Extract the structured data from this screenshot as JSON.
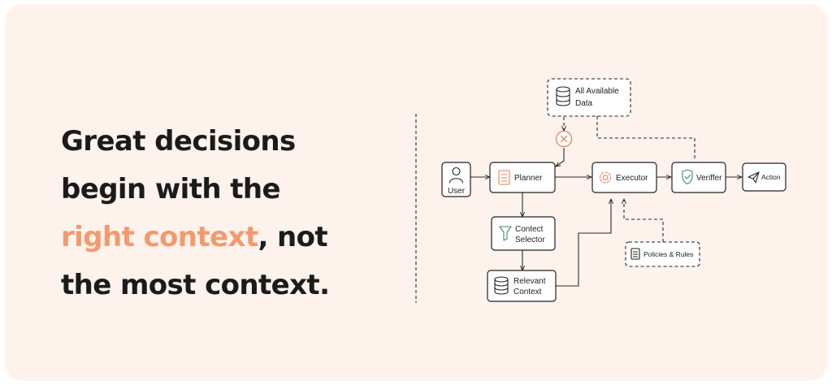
{
  "headline": {
    "line1": "Great decisions",
    "line2": "begin with the",
    "highlight": "right context",
    "after_highlight": ", not",
    "line4": "the most context."
  },
  "diagram": {
    "nodes": {
      "all_data": {
        "line1": "All Available",
        "line2": "Data",
        "icon": "database-icon"
      },
      "user": {
        "label": "User",
        "icon": "user-icon"
      },
      "planner": {
        "label": "Planner",
        "icon": "document-icon"
      },
      "executor": {
        "label": "Executor",
        "icon": "gear-icon"
      },
      "verifier": {
        "label": "Veriffer",
        "icon": "shield-check-icon"
      },
      "action": {
        "label": "Action",
        "icon": "paper-plane-icon"
      },
      "selector": {
        "line1": "Contect",
        "line2": "Selector",
        "icon": "filter-icon"
      },
      "relevant": {
        "line1": "Relevant",
        "line2": "Context",
        "icon": "database-icon"
      },
      "policies": {
        "label": "Policies & Rules",
        "icon": "list-icon"
      },
      "blocked": {
        "icon": "close-circle-icon"
      }
    }
  },
  "colors": {
    "background": "#fdf2ec",
    "highlight": "#f29a6e",
    "icon_accent": "#e8825a",
    "icon_green": "#3f8a67"
  }
}
